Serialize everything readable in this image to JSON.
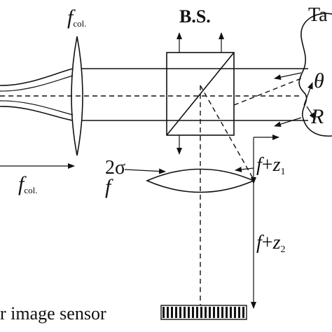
{
  "labels": {
    "f_col_top": "f",
    "f_col_top_sub": "col.",
    "bs": "B.S.",
    "target": "Ta",
    "theta": "θ",
    "r": "R",
    "f_col_bottom": "f",
    "f_col_bottom_sub": "col.",
    "two_sigma": "2σ",
    "f_lens": "f",
    "f_z1_f": "f",
    "f_z1_plus": "+",
    "f_z1_z": "z",
    "f_z1_sub": "1",
    "f_z2_f": "f",
    "f_z2_plus": "+",
    "f_z2_z": "z",
    "f_z2_sub": "2",
    "sensor": "r image sensor"
  }
}
